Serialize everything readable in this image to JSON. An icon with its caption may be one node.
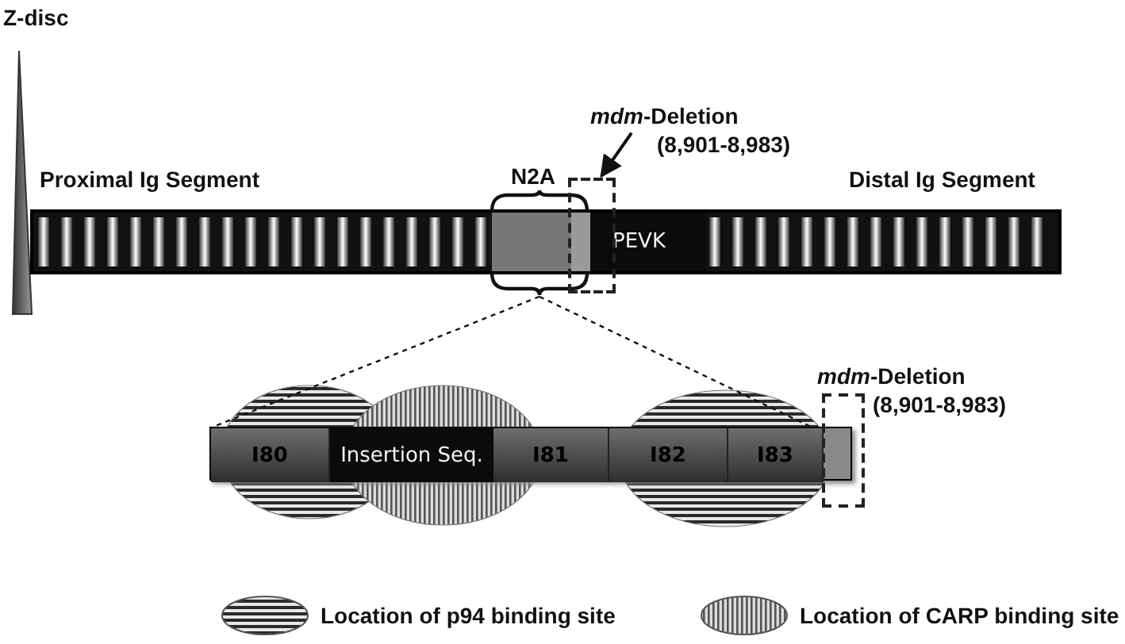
{
  "diagram": {
    "nodes": [
      {
        "text": [
          "N2A"
        ]
      },
      {
        "text": [
          "PEVK"
        ]
      },
      {
        "text": [
          "*mdm*-Deletion (8,901-8,983)"
        ]
      },
      {
        "text": [],
        "shape": "box"
      },
      {
        "text": [],
        "shape": "bar"
      },
      {
        "text": [
          "I80"
        ],
        "in": 4
      },
      {
        "text": [
          "Insertion Seq."
        ],
        "in": 4
      },
      {
        "text": [
          "I81"
        ],
        "in": 4
      },
      {
        "text": [
          "I82"
        ],
        "in": 4
      },
      {
        "text": [
          "I83"
        ],
        "in": 4
      },
      {
        "text": [
          "*mdm*-Deletion (8,901-8,983)"
        ]
      }
    ],
    "edges": [
      {
        "from": 0,
        "to": 4,
        "arrow": "none",
        "style": "dashed"
      },
      {
        "from": 0,
        "to": 4,
        "arrow": "none",
        "style": "dashed"
      },
      {
        "from": 2,
        "to": 3,
        "arrow": "to"
      }
    ],
    "labels": [
      "Z-disc",
      "Proximal Ig Segment",
      "Distal Ig Segment"
    ],
    "legend": [
      {
        "text": "Location of p94 binding site"
      },
      {
        "text": "Location of CARP binding site"
      }
    ]
  }
}
